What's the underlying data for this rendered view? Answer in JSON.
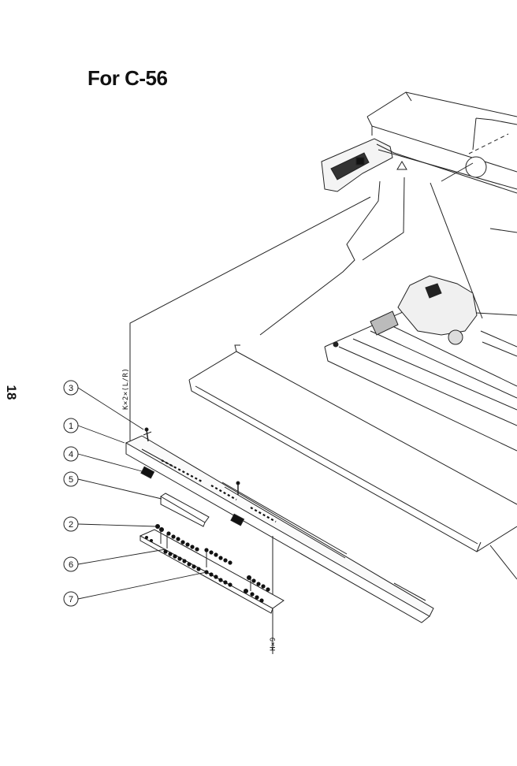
{
  "page": {
    "title": "For C-56",
    "page_number": "18"
  },
  "callouts": [
    {
      "id": "3",
      "label": "3"
    },
    {
      "id": "1",
      "label": "1"
    },
    {
      "id": "4",
      "label": "4"
    },
    {
      "id": "5",
      "label": "5"
    },
    {
      "id": "2",
      "label": "2"
    },
    {
      "id": "6",
      "label": "6"
    },
    {
      "id": "7",
      "label": "7"
    }
  ],
  "vertical_labels": {
    "left_bracket": "K×2×(L/R)",
    "right_bracket": "H×9"
  }
}
